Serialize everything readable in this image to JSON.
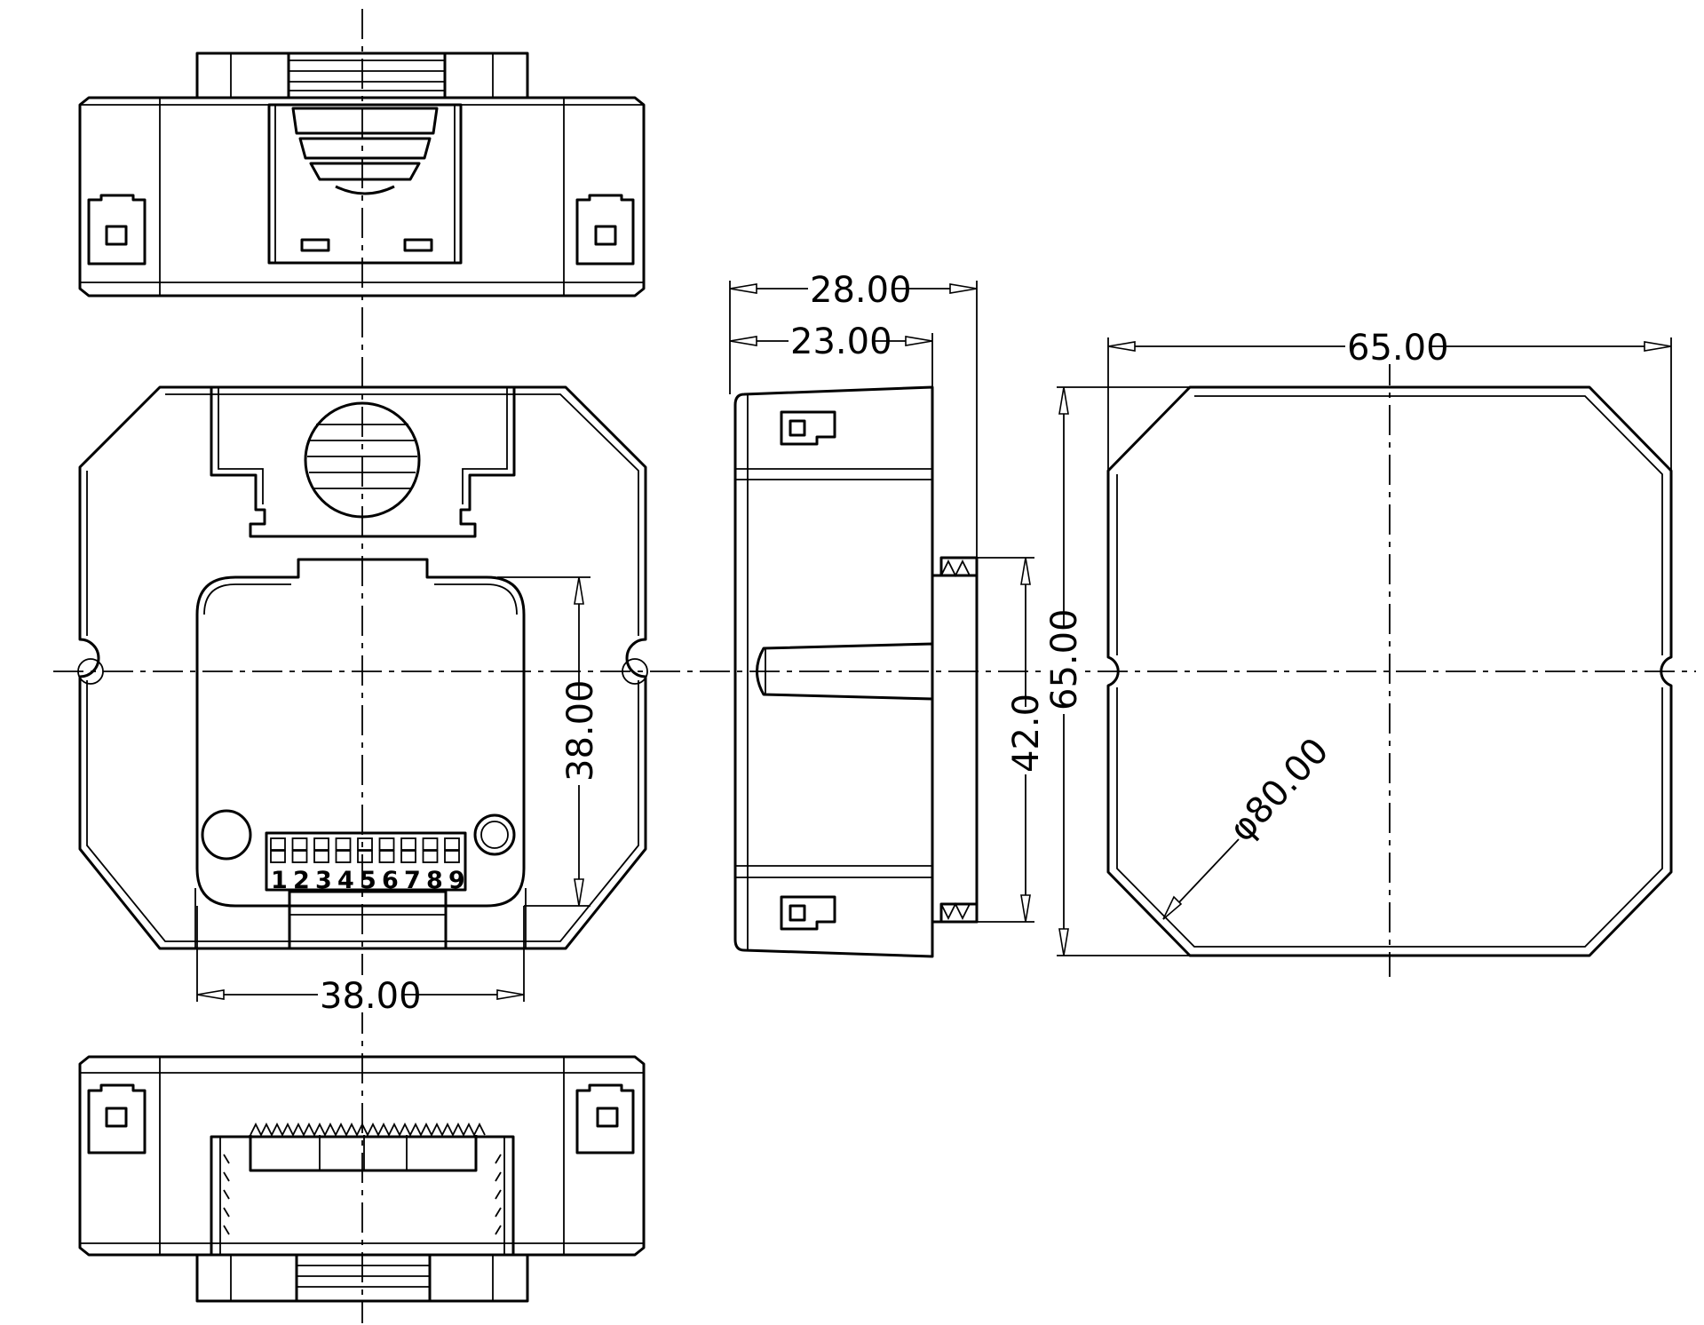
{
  "dimensions": {
    "overall_depth": "28.00",
    "body_depth": "23.00",
    "front_width": "65.00",
    "front_height": "65.00",
    "recess_height": "38.00",
    "recess_width": "38.00",
    "boss_height": "42.0",
    "diameter": "φ80.00"
  },
  "dip_switch_numbers": [
    "1",
    "2",
    "3",
    "4",
    "5",
    "6",
    "7",
    "8",
    "9"
  ]
}
